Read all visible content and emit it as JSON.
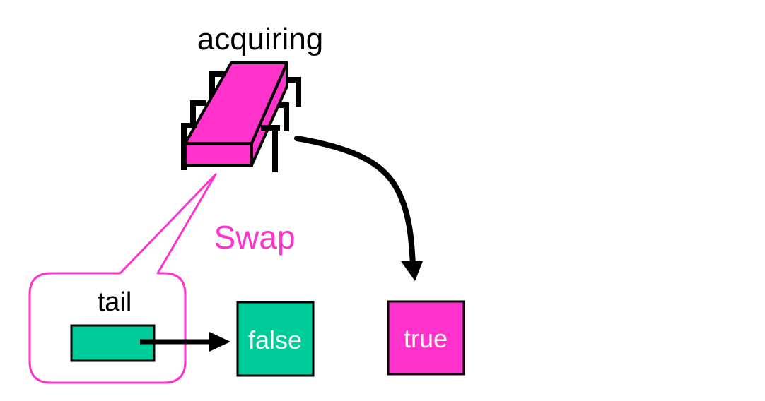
{
  "diagram": {
    "thread_label": "acquiring",
    "operation_label": "Swap",
    "tail_label": "tail",
    "false_node_label": "false",
    "true_node_label": "true"
  },
  "colors": {
    "magenta": "#ff33cc",
    "green": "#00cc99",
    "black": "#000000",
    "white": "#ffffff"
  },
  "icons": {
    "thread": "chip-icon"
  }
}
